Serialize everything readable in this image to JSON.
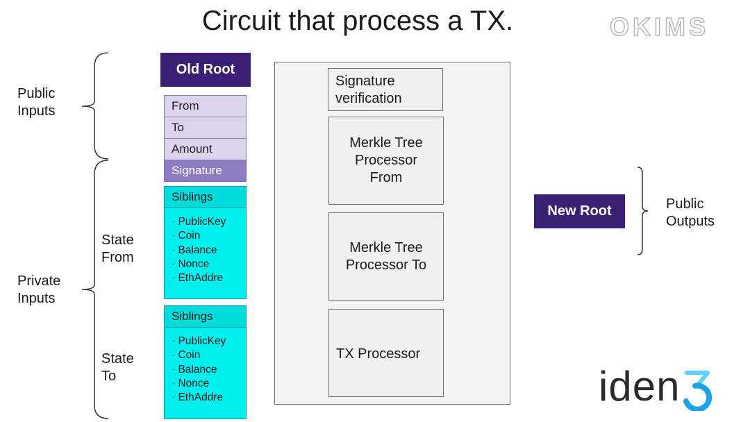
{
  "title": "Circuit that process a TX.",
  "watermark": "OKIMS",
  "labels": {
    "public_inputs_line1": "Public",
    "public_inputs_line2": "Inputs",
    "private_inputs_line1": "Private",
    "private_inputs_line2": "Inputs",
    "state_from_line1": "State",
    "state_from_line2": "From",
    "state_to_line1": "State",
    "state_to_line2": "To",
    "public_outputs_line1": "Public",
    "public_outputs_line2": "Outputs"
  },
  "old_root": "Old Root",
  "new_root": "New Root",
  "inputs": {
    "from": "From",
    "to": "To",
    "amount": "Amount",
    "signature": "Signature"
  },
  "state_from": {
    "header": "Siblings",
    "items": [
      "PublicKey",
      "Coin",
      "Balance",
      "Nonce",
      "EthAddre"
    ]
  },
  "state_to": {
    "header": "Siblings",
    "items": [
      "PublicKey",
      "Coin",
      "Balance",
      "Nonce",
      "EthAddre"
    ]
  },
  "processors": {
    "signature_line1": "Signature",
    "signature_line2": "verification",
    "merkle_from_line1": "Merkle Tree",
    "merkle_from_line2": "Processor",
    "merkle_from_line3": "From",
    "merkle_to_line1": "Merkle Tree",
    "merkle_to_line2": "Processor To",
    "tx_processor": "TX Processor"
  },
  "logo": {
    "text": "iden",
    "colors": {
      "accent": "#1aa3e8",
      "accent_light": "#5fd0ff",
      "root": "#3b1f74",
      "cyan": "#00f0f0"
    }
  }
}
